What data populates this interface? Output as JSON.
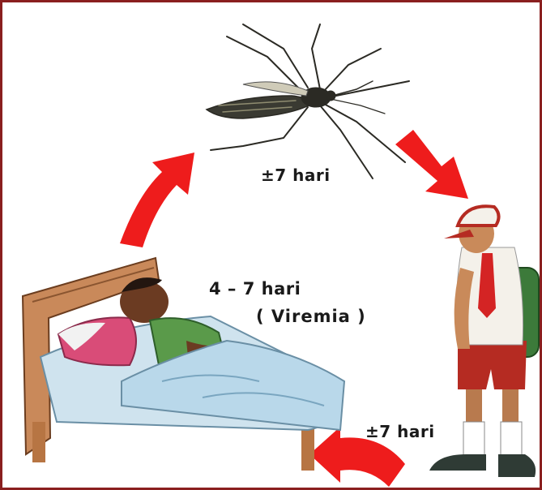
{
  "colors": {
    "frame": "#8a1f1f",
    "arrow": "#ee1c1c",
    "bed_wood": "#c9895a",
    "blanket": "#b9d8ea",
    "pillow": "#d94c78",
    "mosquito": "#2b2a24"
  },
  "labels": {
    "mosquito_to_child": "±7 hari",
    "viremia_days": "4 – 7 hari",
    "viremia": "( Viremia )",
    "child_to_patient": "±7 hari"
  },
  "icons": [
    "mosquito-illustration",
    "walking-schoolboy-illustration",
    "sick-child-in-bed-illustration",
    "cycle-arrow-icon"
  ]
}
